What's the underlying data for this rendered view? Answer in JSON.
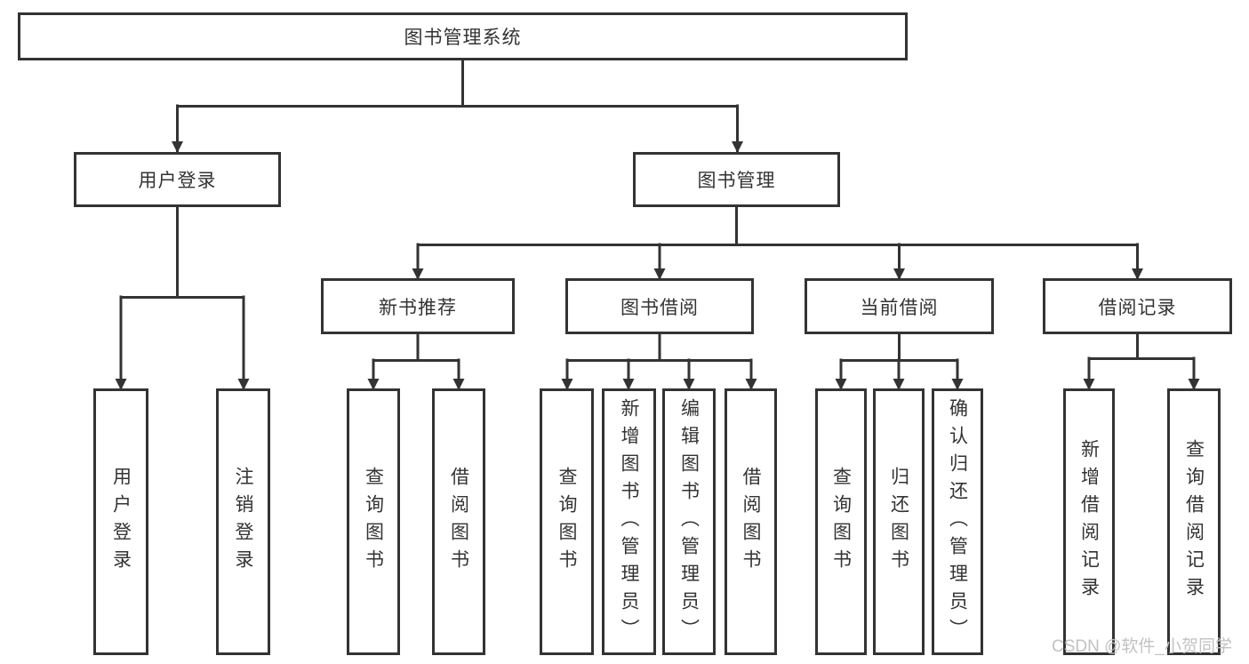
{
  "root": {
    "label": "图书管理系统"
  },
  "user_login": {
    "label": "用户登录",
    "leaves": [
      "用户登录",
      "注销登录"
    ]
  },
  "book_management": {
    "label": "图书管理",
    "groups": [
      {
        "label": "新书推荐",
        "leaves": [
          "查询图书",
          "借阅图书"
        ]
      },
      {
        "label": "图书借阅",
        "leaves": [
          "查询图书",
          "新增图书（管理员）",
          "编辑图书（管理员）",
          "借阅图书"
        ]
      },
      {
        "label": "当前借阅",
        "leaves": [
          "查询图书",
          "归还图书",
          "确认归还（管理员）"
        ]
      },
      {
        "label": "借阅记录",
        "leaves": [
          "新增借阅记录",
          "查询借阅记录"
        ]
      }
    ]
  },
  "watermark": {
    "text": "CSDN @软件_小贺同学",
    "color": "#c2c2c2"
  },
  "colors": {
    "line": "#333333",
    "border": "#333333",
    "text": "#333333",
    "background": "#ffffff"
  }
}
